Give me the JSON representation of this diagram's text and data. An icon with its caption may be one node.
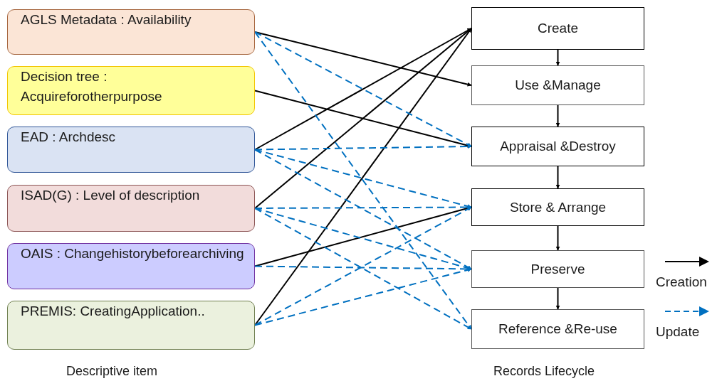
{
  "diagram": {
    "nodes": [
      {
        "text": [
          "AGLS Metadata : Availability"
        ]
      },
      {
        "text": [
          "Decision tree : Acquireforotherpurpose"
        ]
      },
      {
        "text": [
          "EAD : Archdesc"
        ]
      },
      {
        "text": [
          "ISAD(G) : Level of description"
        ]
      },
      {
        "text": [
          "OAIS : Changehistorybeforearchiving"
        ]
      },
      {
        "text": [
          "PREMIS: CreatingApplication.."
        ]
      },
      {
        "text": [
          "Create"
        ]
      },
      {
        "text": [
          "Use &Manage"
        ]
      },
      {
        "text": [
          "Appraisal &Destroy"
        ]
      },
      {
        "text": [
          "Store & Arrange"
        ]
      },
      {
        "text": [
          "Preserve"
        ]
      },
      {
        "text": [
          "Reference &Re-use"
        ]
      }
    ],
    "edges": [
      {
        "from": 6,
        "to": 7,
        "arrow": "to"
      },
      {
        "from": 7,
        "to": 8,
        "arrow": "to"
      },
      {
        "from": 8,
        "to": 9,
        "arrow": "to"
      },
      {
        "from": 9,
        "to": 10,
        "arrow": "to"
      },
      {
        "from": 10,
        "to": 11,
        "arrow": "to"
      },
      {
        "from": 0,
        "to": 7,
        "arrow": "to"
      },
      {
        "from": 1,
        "to": 8,
        "arrow": "to"
      },
      {
        "from": 2,
        "to": 6,
        "arrow": "to"
      },
      {
        "from": 3,
        "to": 6,
        "arrow": "to"
      },
      {
        "from": 4,
        "to": 9,
        "arrow": "to"
      },
      {
        "from": 5,
        "to": 6,
        "arrow": "to"
      },
      {
        "from": 0,
        "to": 8,
        "arrow": "to",
        "style": "dashed",
        "color": "#0070c0"
      },
      {
        "from": 0,
        "to": 11,
        "arrow": "to",
        "style": "dashed",
        "color": "#0070c0"
      },
      {
        "from": 2,
        "to": 8,
        "arrow": "to",
        "style": "dashed",
        "color": "#0070c0"
      },
      {
        "from": 2,
        "to": 9,
        "arrow": "to",
        "style": "dashed",
        "color": "#0070c0"
      },
      {
        "from": 2,
        "to": 10,
        "arrow": "to",
        "style": "dashed",
        "color": "#0070c0"
      },
      {
        "from": 3,
        "to": 9,
        "arrow": "to",
        "style": "dashed",
        "color": "#0070c0"
      },
      {
        "from": 3,
        "to": 10,
        "arrow": "to",
        "style": "dashed",
        "color": "#0070c0"
      },
      {
        "from": 3,
        "to": 11,
        "arrow": "to",
        "style": "dashed",
        "color": "#0070c0"
      },
      {
        "from": 4,
        "to": 10,
        "arrow": "to",
        "style": "dashed",
        "color": "#0070c0"
      },
      {
        "from": 5,
        "to": 9,
        "arrow": "to",
        "style": "dashed",
        "color": "#0070c0"
      },
      {
        "from": 5,
        "to": 10,
        "arrow": "to",
        "style": "dashed",
        "color": "#0070c0"
      }
    ],
    "labels": [
      "Descriptive item",
      "Records Lifecycle"
    ],
    "legend": [
      {
        "text": "Creation"
      },
      {
        "text": "Update"
      }
    ]
  }
}
